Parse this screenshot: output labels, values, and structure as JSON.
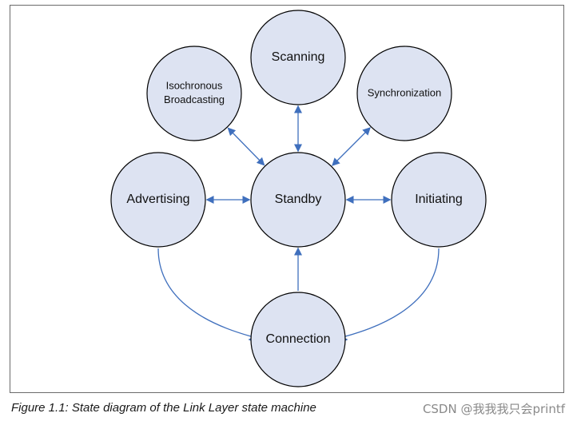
{
  "diagram": {
    "nodes": [
      {
        "id": "scanning",
        "lines": [
          "Scanning"
        ]
      },
      {
        "id": "isochronous-broadcasting",
        "lines": [
          "Isochronous",
          "Broadcasting"
        ]
      },
      {
        "id": "synchronization",
        "lines": [
          "Synchronization"
        ]
      },
      {
        "id": "advertising",
        "lines": [
          "Advertising"
        ]
      },
      {
        "id": "standby",
        "lines": [
          "Standby"
        ]
      },
      {
        "id": "initiating",
        "lines": [
          "Initiating"
        ]
      },
      {
        "id": "connection",
        "lines": [
          "Connection"
        ]
      }
    ],
    "edges": [
      {
        "from": "standby",
        "to": "scanning",
        "bidirectional": true
      },
      {
        "from": "standby",
        "to": "isochronous-broadcasting",
        "bidirectional": true
      },
      {
        "from": "standby",
        "to": "synchronization",
        "bidirectional": true
      },
      {
        "from": "standby",
        "to": "advertising",
        "bidirectional": true
      },
      {
        "from": "standby",
        "to": "initiating",
        "bidirectional": true
      },
      {
        "from": "connection",
        "to": "standby",
        "bidirectional": false
      },
      {
        "from": "advertising",
        "to": "connection",
        "bidirectional": false,
        "curved": true
      },
      {
        "from": "initiating",
        "to": "connection",
        "bidirectional": false,
        "curved": true
      }
    ],
    "colors": {
      "node_fill": "#dde3f2",
      "node_stroke": "#000000",
      "edge": "#3f6fbd"
    }
  },
  "caption": "Figure 1.1:  State diagram of the Link Layer state machine",
  "watermark": "CSDN @我我我只会printf"
}
